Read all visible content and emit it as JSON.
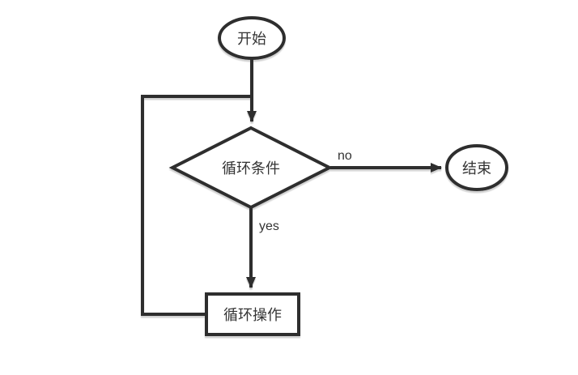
{
  "diagram": {
    "type": "flowchart",
    "background_color": "#ffffff",
    "stroke_color": "#2e2e2e",
    "text_color": "#333333",
    "nodes": {
      "start": {
        "label": "开始",
        "shape": "ellipse"
      },
      "condition": {
        "label": "循环条件",
        "shape": "diamond"
      },
      "end": {
        "label": "结束",
        "shape": "ellipse"
      },
      "operation": {
        "label": "循环操作",
        "shape": "rectangle"
      }
    },
    "edges": {
      "start_to_condition": {
        "label": ""
      },
      "condition_to_end": {
        "label": "no"
      },
      "condition_to_operation": {
        "label": "yes"
      },
      "operation_loop_back": {
        "label": ""
      }
    }
  }
}
